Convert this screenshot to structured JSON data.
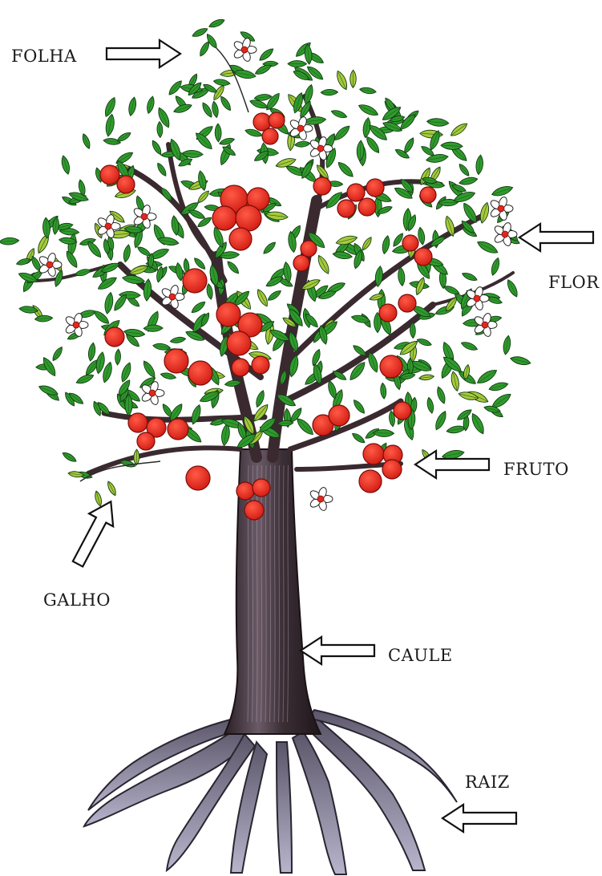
{
  "labels": {
    "folha": "FOLHA",
    "flor": "FLOR",
    "fruto": "FRUTO",
    "galho": "GALHO",
    "caule": "CAULE",
    "raiz": "RAIZ"
  },
  "colors": {
    "leaf": "#2f9a2c",
    "leaf_light": "#a8c93a",
    "fruit": "#e3261c",
    "flower_center": "#e0281e",
    "trunk": "#3a2a30",
    "root": "#8e8aa6",
    "arrow_outline": "#111111"
  }
}
